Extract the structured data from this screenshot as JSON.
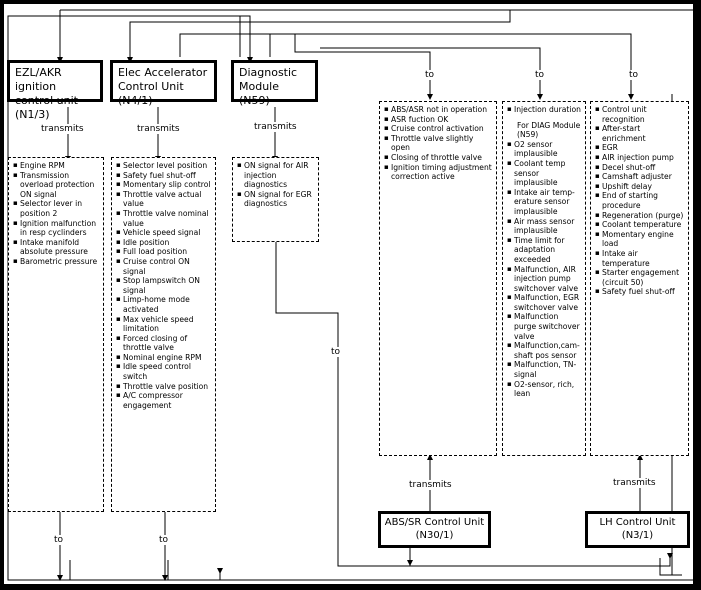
{
  "units": {
    "ezl": {
      "line1": "EZL/AKR ignition",
      "line2": "control unit (N1/3)"
    },
    "eac": {
      "line1": "Elec Accelerator",
      "line2": "Control Unit (N4/1)"
    },
    "diag": {
      "line1": "Diagnostic",
      "line2": "Module (N59)"
    },
    "abs": {
      "line1": "ABS/SR Control Unit",
      "line2": "(N30/1)"
    },
    "lh": {
      "line1": "LH Control Unit",
      "line2": "(N3/1)"
    }
  },
  "connectors": {
    "transmits": "transmits",
    "to": "to"
  },
  "signals": {
    "ezl": [
      "Engine RPM",
      "Transmission overload protection ON signal",
      "Selector lever in position 2",
      "Ignition malfunction in resp cyclinders",
      "Intake manifold absolute pressure",
      "Barometric pressure"
    ],
    "eac": [
      "Selector level position",
      "Safety fuel shut-off",
      "Momentary slip control",
      "Throttle valve actual value",
      "Throttle valve nominal value",
      "Vehicle speed signal",
      "Idle position",
      "Full load position",
      "Cruise control ON signal",
      "Stop lampswitch ON signal",
      "Limp-home mode activated",
      "Max vehicle speed limitation",
      "Forced closing of throttle valve",
      "Nominal engine RPM",
      "Idle speed control switch",
      "Throttle valve position",
      "A/C compressor engagement"
    ],
    "diag": [
      "ON signal for AIR injection diagnostics",
      "ON signal for EGR diagnostics"
    ],
    "to_abs": [
      "ABS/ASR not in operation",
      "ASR fuction OK",
      "Cruise control activation",
      "Throttle valve slightly open",
      "Closing of throttle valve",
      "Ignition timing adjustment correction active"
    ],
    "to_diag_a": [
      "Injection duration"
    ],
    "to_diag_note": "For DIAG Module (N59)",
    "to_diag_b": [
      "O2 sensor implausible",
      "Coolant temp sensor implausible",
      "Intake air temp-erature sensor implausible",
      "Air mass sensor implausible",
      "Time limit for adaptation exceeded",
      "Malfunction, AIR injection pump switchover valve",
      "Malfunction, EGR switchover valve",
      "Malfunction purge switchover valve",
      "Malfunction,cam-shaft pos sensor",
      "Malfunction, TN-signal",
      "O2-sensor, rich, lean"
    ],
    "to_misc": [
      "Control unit recognition",
      "After-start enrichment",
      "EGR",
      "AIR injection pump",
      "Decel shut-off",
      "Camshaft adjuster",
      "Upshift delay",
      "End of starting procedure",
      "Regeneration (purge)",
      "Coolant temperature",
      "Momentary engine load",
      "Intake air temperature",
      "Starter engagement (circuit 50)",
      "Safety fuel shut-off"
    ]
  }
}
